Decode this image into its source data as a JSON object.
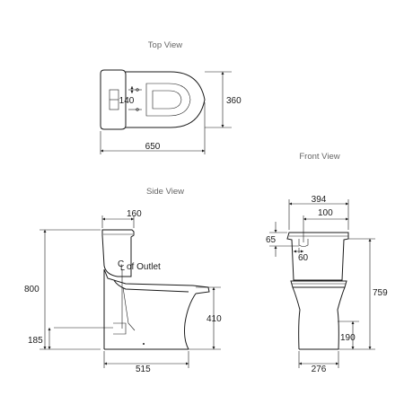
{
  "views": {
    "top": {
      "title": "Top View",
      "dim_length": "650",
      "dim_depth": "360",
      "dim_outlet": "140"
    },
    "front": {
      "title": "Front View",
      "dim_width": "394",
      "dim_inlet_width": "100",
      "dim_inlet_depth": "65",
      "dim_inlet_offset": "60",
      "dim_height": "759",
      "dim_base_height": "190",
      "dim_base_width": "276"
    },
    "side": {
      "title": "Side View",
      "dim_cistern_depth": "160",
      "dim_total_height": "800",
      "dim_seat_height": "410",
      "dim_outlet_height": "185",
      "dim_base_length": "515",
      "outlet_note": "of Outlet",
      "centerline_symbol": "C",
      "centerline_sub": "L"
    }
  }
}
